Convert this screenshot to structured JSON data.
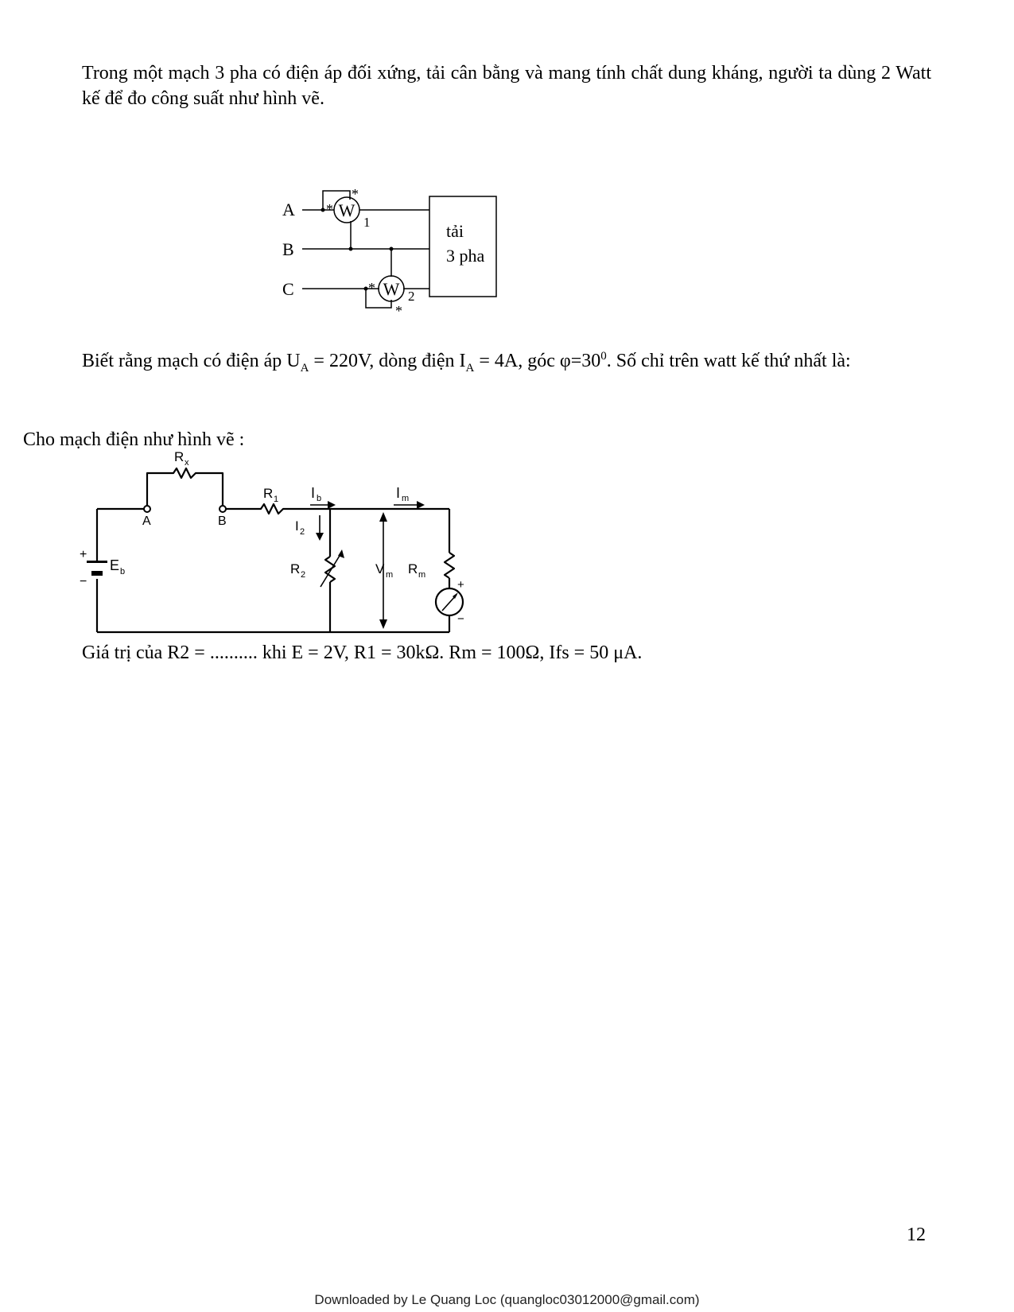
{
  "question1": {
    "text": "Trong một mạch 3 pha có điện áp đối xứng, tải cân bằng và mang tính chất dung kháng, người ta dùng 2 Watt kế để đo công suất như hình vẽ.",
    "diagram": {
      "label_a": "A",
      "label_b": "B",
      "label_c": "C",
      "meter_symbol": "W",
      "meter1_index": "1",
      "meter2_index": "2",
      "star": "*",
      "load_line1": "tải",
      "load_line2": "3 pha"
    },
    "known": {
      "p1": "Biết rằng mạch có điện áp U",
      "sub_a1": "A",
      "p2": " = 220V, dòng điện I",
      "sub_a2": "A",
      "p3": " = 4A, góc φ=30",
      "sup0": "0",
      "p4": ". Số chỉ trên watt kế thứ nhất là:"
    }
  },
  "question2": {
    "intro": "Cho mạch điện như hình vẽ :",
    "diagram": {
      "R": "R",
      "I": "I",
      "V": "V",
      "E": "E",
      "sub_x": "x",
      "sub_1": "1",
      "sub_2": "2",
      "sub_b": "b",
      "sub_m": "m",
      "node_a": "A",
      "node_b": "B",
      "plus": "+",
      "minus": "−"
    },
    "question": "Giá trị của R2 = .......... khi E = 2V, R1 = 30kΩ. Rm = 100Ω, Ifs = 50 μA."
  },
  "page_number": "12",
  "footer": "Downloaded by Le Quang Loc (quangloc03012000@gmail.com)"
}
